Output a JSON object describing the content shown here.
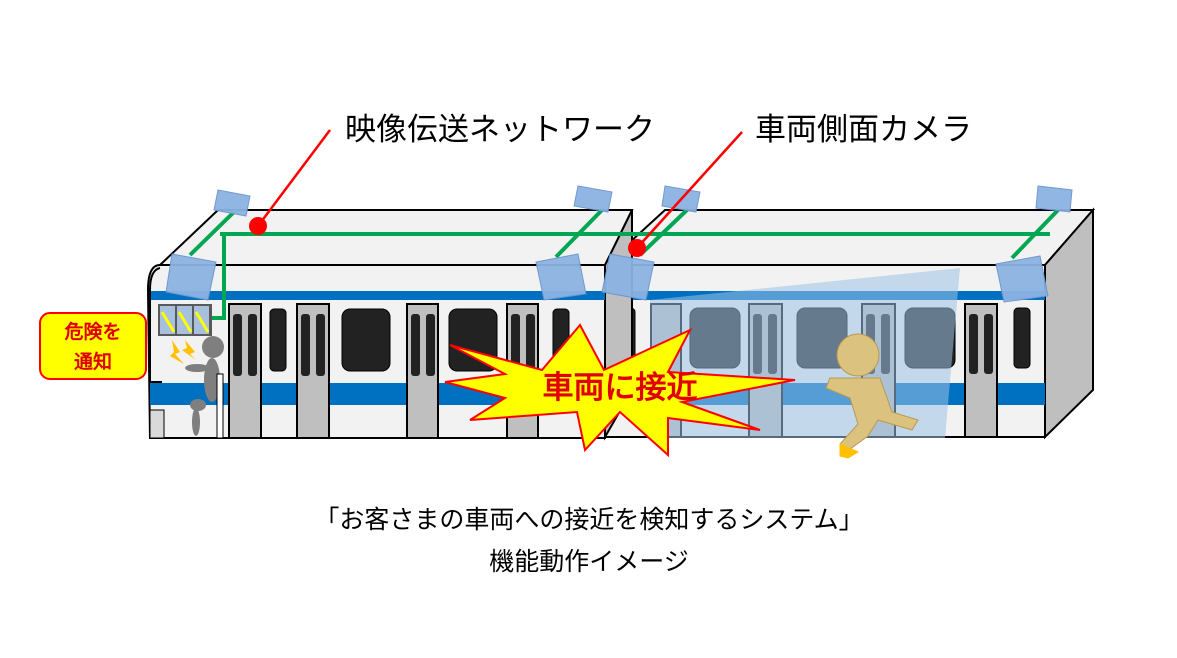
{
  "labels": {
    "network": "映像伝送ネットワーク",
    "camera": "車両側面カメラ"
  },
  "alert_badge": {
    "line1": "危険を",
    "line2": "通知"
  },
  "burst_text": "車両に接近",
  "caption": {
    "line1": "「お客さまの車両への接近を検知するシステム」",
    "line2": "機能動作イメージ"
  },
  "colors": {
    "network_line": "#00a651",
    "pointer": "#ff0000",
    "stripe": "#0070c0",
    "camera": "#7fa9e0",
    "burst_fill": "#ffff00",
    "burst_text": "#e00000"
  }
}
